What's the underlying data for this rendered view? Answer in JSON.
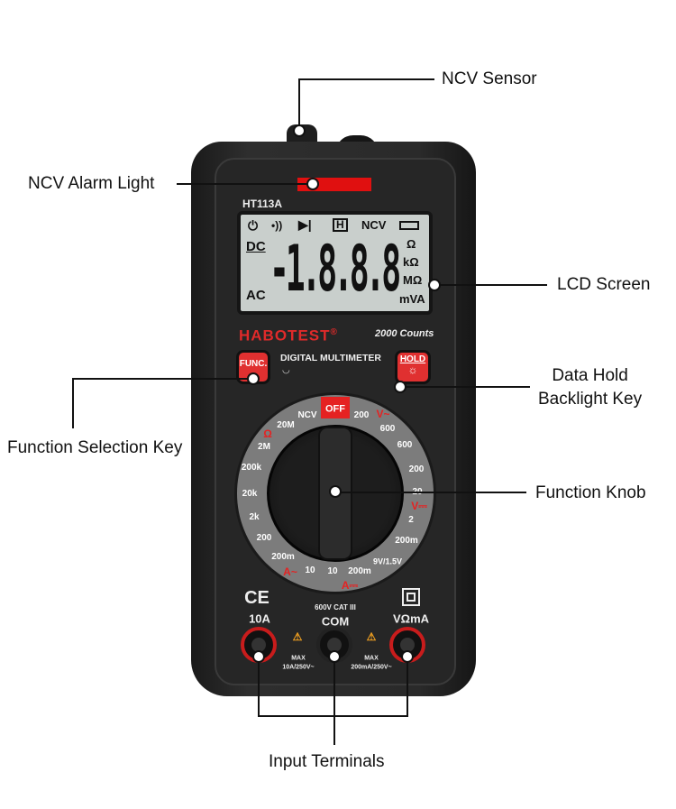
{
  "callouts": {
    "ncv_sensor": "NCV Sensor",
    "ncv_alarm_light": "NCV Alarm Light",
    "lcd_screen": "LCD Screen",
    "data_hold_line1": "Data Hold",
    "data_hold_line2": "Backlight Key",
    "function_selection_key": "Function Selection Key",
    "function_knob": "Function Knob",
    "input_terminals": "Input Terminals"
  },
  "device": {
    "model": "HT113A",
    "brand": "HABOTEST",
    "registered": "®",
    "counts": "2000 Counts",
    "title": "DIGITAL MULTIMETER",
    "func_button": "FUNC.",
    "hold_button": "HOLD",
    "lcd": {
      "digits": "-1.8.8.8",
      "ncv": "NCV",
      "dc": "DC",
      "ac": "AC",
      "ohm": "Ω",
      "kohm": "kΩ",
      "mohm": "MΩ",
      "mva": "mVA",
      "hold": "H"
    },
    "dial": {
      "off": "OFF",
      "ncv": "NCV",
      "v_ac_200": "200",
      "v_ac_symbol": "V~",
      "v_ac_600": "600",
      "v_dc_600": "600",
      "v_dc_200": "200",
      "v_dc_20": "20",
      "v_dc_symbol": "V⎓",
      "v_dc_2": "2",
      "v_dc_200m": "200m",
      "battery": "9V/1.5V",
      "a_dc_200m": "200m",
      "a_dc_10": "10",
      "a_dc_symbol": "A⎓",
      "a_ac_10": "10",
      "a_ac_symbol": "A~",
      "a_ac_200m": "200m",
      "diode_200": "200",
      "r_2k": "2k",
      "r_20k": "20k",
      "r_200k": "200k",
      "r_2m": "2M",
      "ohm_symbol": "Ω",
      "r_20m": "20M"
    },
    "terminals": {
      "ce": "CE",
      "left": "10A",
      "cat": "600V CAT III",
      "com": "COM",
      "right": "VΩmA",
      "left_max": "MAX",
      "left_rating": "10A/250V~",
      "right_max": "MAX",
      "right_rating": "200mA/250V~"
    }
  }
}
